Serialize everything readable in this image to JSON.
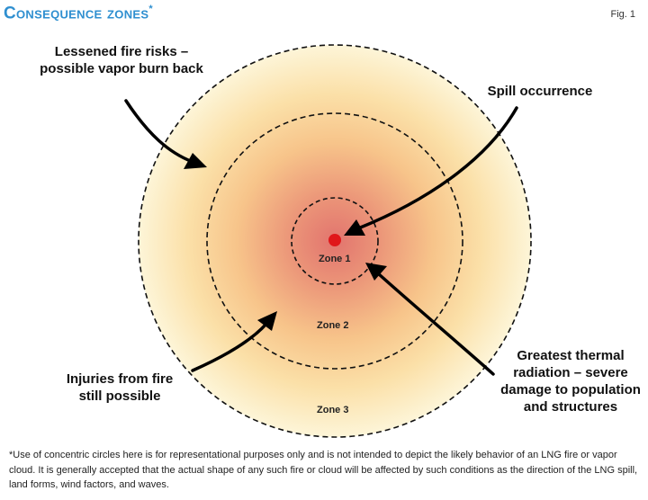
{
  "header": {
    "title": "Consequence zones",
    "title_marker": "*",
    "figure_number": "Fig. 1"
  },
  "diagram": {
    "colors": {
      "outer_ring": "#fdf1c8",
      "middle_ring": "#f7c48a",
      "inner_core": "#e2746e",
      "spill_dot": "#e0171a",
      "title": "#2f8fd0"
    },
    "zones": [
      {
        "label": "Zone 1"
      },
      {
        "label": "Zone 2"
      },
      {
        "label": "Zone 3"
      }
    ],
    "callouts": {
      "lessened_fire": [
        "Lessened fire risks –",
        "possible vapor burn back"
      ],
      "spill": [
        "Spill occurrence"
      ],
      "injuries": [
        "Injuries from fire",
        "still possible"
      ],
      "greatest": [
        "Greatest thermal",
        "radiation – severe",
        "damage to population",
        "and structures"
      ]
    }
  },
  "footnote": "*Use of concentric circles here is for representational purposes only and is not intended to depict the likely behavior of an LNG fire or vapor cloud. It is generally accepted that the actual shape of any such fire or cloud will be affected by such conditions as the direction of the LNG spill, land forms, wind factors, and waves."
}
